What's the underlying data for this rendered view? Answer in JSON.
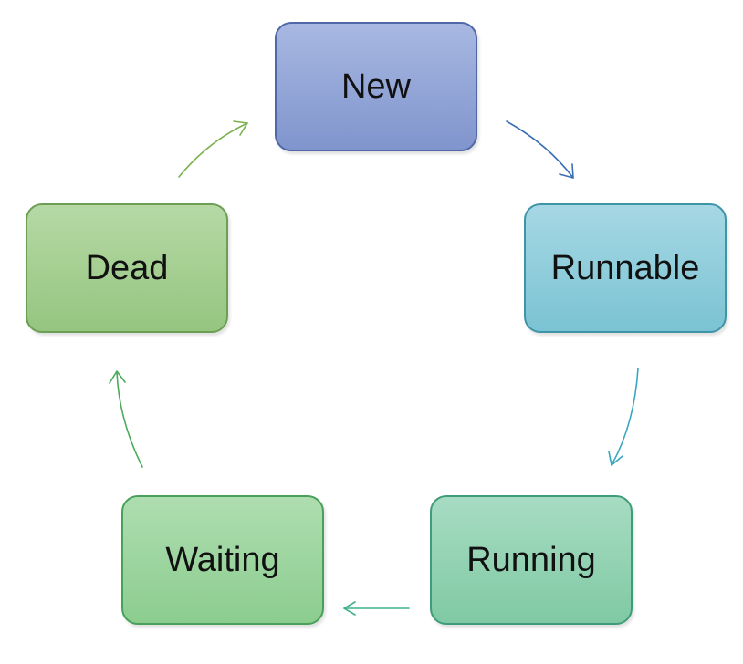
{
  "nodes": {
    "new": {
      "label": "New"
    },
    "runnable": {
      "label": "Runnable"
    },
    "running": {
      "label": "Running"
    },
    "waiting": {
      "label": "Waiting"
    },
    "dead": {
      "label": "Dead"
    }
  },
  "edges": [
    {
      "from": "New",
      "to": "Runnable",
      "color": "#3a6fb5"
    },
    {
      "from": "Runnable",
      "to": "Running",
      "color": "#3aa5bf"
    },
    {
      "from": "Running",
      "to": "Waiting",
      "color": "#3fb08a"
    },
    {
      "from": "Waiting",
      "to": "Dead",
      "color": "#4caa5d"
    },
    {
      "from": "Dead",
      "to": "New",
      "color": "#7bb04f"
    }
  ]
}
